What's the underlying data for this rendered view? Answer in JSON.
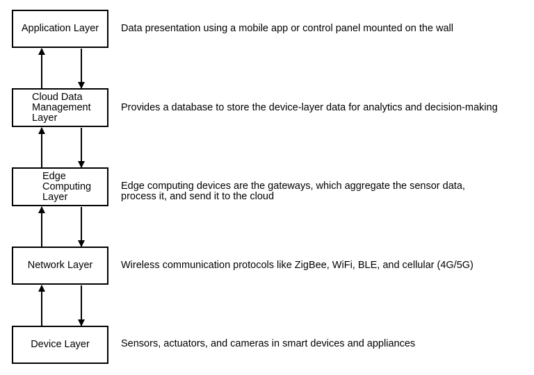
{
  "layers": [
    {
      "name": "Application Layer",
      "description": "Data presentation using a mobile app or control panel mounted on the wall"
    },
    {
      "name": "Cloud Data\nManagement\nLayer",
      "description": "Provides a database to store the device-layer data for analytics and decision-making"
    },
    {
      "name": "Edge\nComputing\nLayer",
      "description": "Edge computing devices are the gateways, which aggregate the sensor data,\nprocess it, and send it to the cloud"
    },
    {
      "name": "Network Layer",
      "description": "Wireless communication protocols like ZigBee, WiFi, BLE, and cellular (4G/5G)"
    },
    {
      "name": "Device Layer",
      "description": "Sensors, actuators, and cameras in smart devices and appliances"
    }
  ],
  "colors": {
    "stroke": "#000000",
    "background": "#ffffff"
  }
}
